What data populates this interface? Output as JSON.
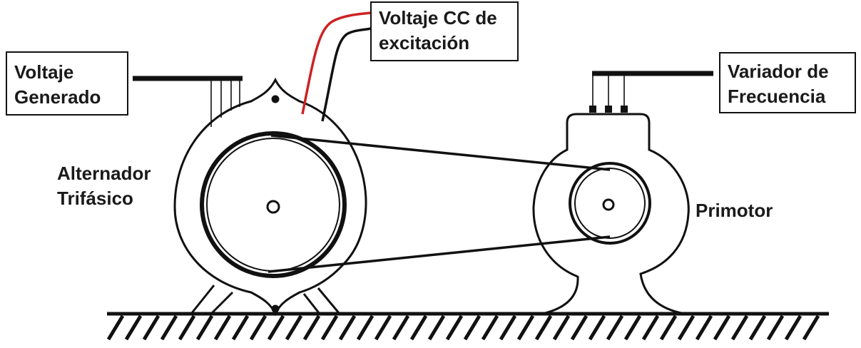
{
  "labels": {
    "excitation_line1": "Voltaje CC de",
    "excitation_line2": "excitación",
    "generated_line1": "Voltaje",
    "generated_line2": "Generado",
    "variator_line1": "Variador de",
    "variator_line2": "Frecuencia",
    "alternator_line1": "Alternador",
    "alternator_line2": "Trifásico",
    "primemover": "Primotor"
  },
  "colors": {
    "stroke": "#111111",
    "excitation_positive_wire": "#cc2222",
    "background": "#ffffff"
  }
}
